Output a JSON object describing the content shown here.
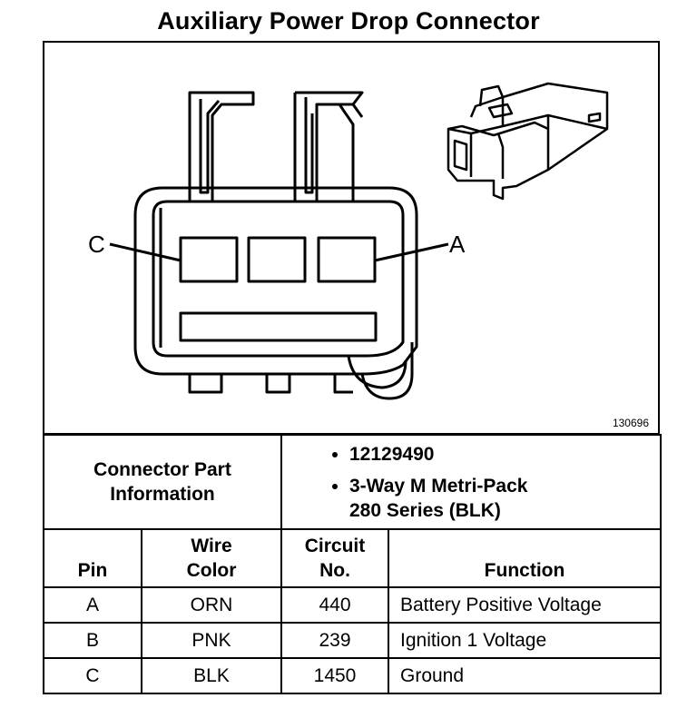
{
  "title": "Auxiliary Power Drop Connector",
  "figure": {
    "id": "130696",
    "pin_labels": {
      "left": "C",
      "right": "A"
    }
  },
  "part_info": {
    "label_line1": "Connector Part",
    "label_line2": "Information",
    "part_number": "12129490",
    "description_line1": "3-Way M Metri-Pack",
    "description_line2": "280 Series (BLK)"
  },
  "table": {
    "headers": {
      "pin": "Pin",
      "wire_color_line1": "Wire",
      "wire_color_line2": "Color",
      "circuit_line1": "Circuit",
      "circuit_line2": "No.",
      "function": "Function"
    },
    "rows": [
      {
        "pin": "A",
        "wire_color": "ORN",
        "circuit": "440",
        "function": "Battery Positive Voltage"
      },
      {
        "pin": "B",
        "wire_color": "PNK",
        "circuit": "239",
        "function": "Ignition 1 Voltage"
      },
      {
        "pin": "C",
        "wire_color": "BLK",
        "circuit": "1450",
        "function": "Ground"
      }
    ]
  }
}
